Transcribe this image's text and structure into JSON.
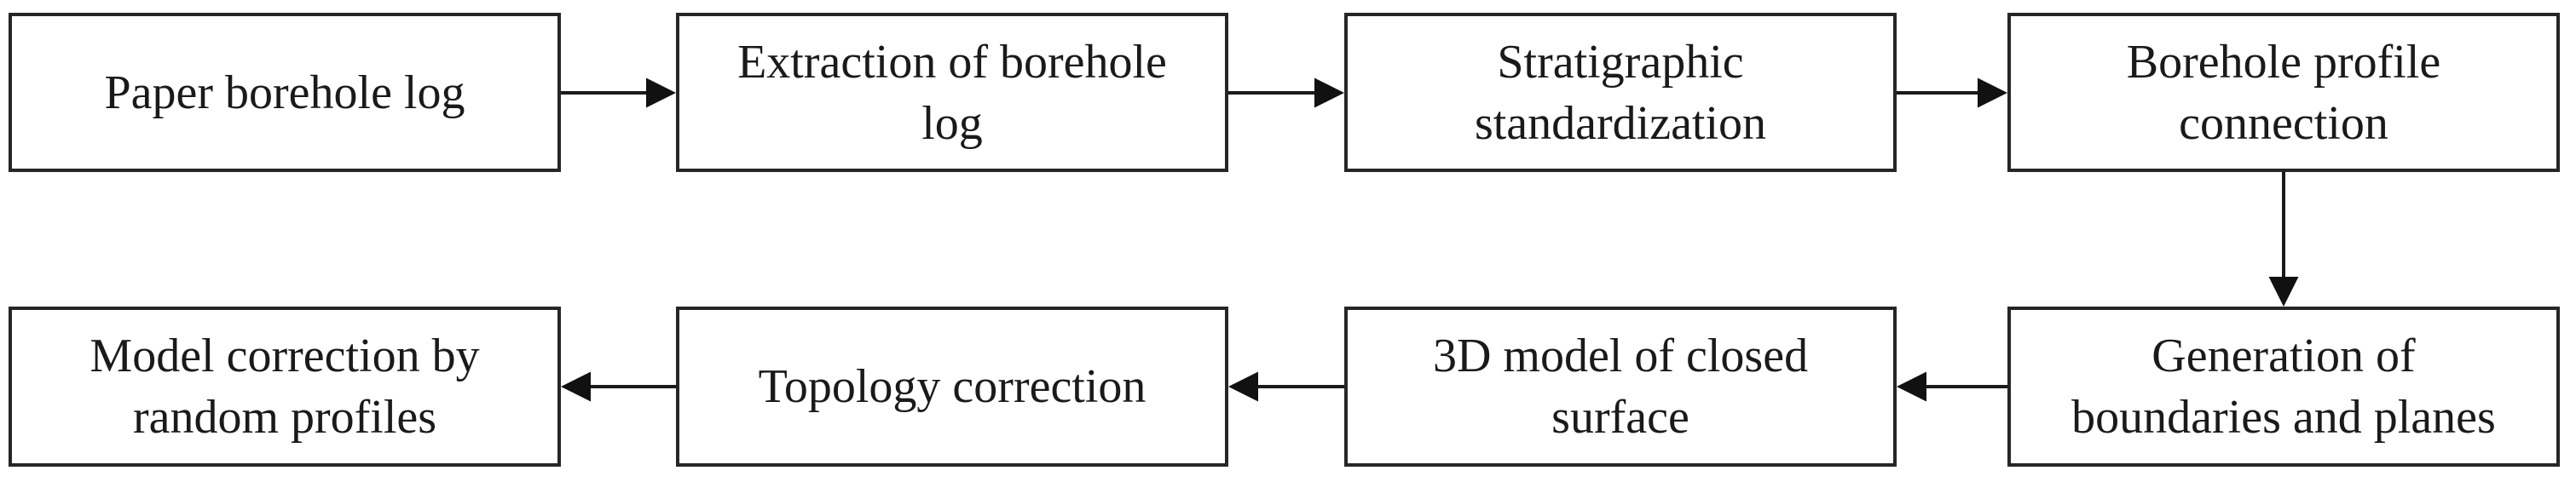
{
  "diagram": {
    "type": "flowchart",
    "colors": {
      "background": "#ffffff",
      "box_border": "#262626",
      "text": "#1a1a1a",
      "arrow": "#111111"
    },
    "nodes": [
      {
        "id": "paper-borehole-log",
        "label": "Paper borehole log"
      },
      {
        "id": "extraction-of-borehole-log",
        "label": "Extraction of borehole\nlog"
      },
      {
        "id": "stratigraphic-standardization",
        "label": "Stratigraphic\nstandardization"
      },
      {
        "id": "borehole-profile-connection",
        "label": "Borehole profile\nconnection"
      },
      {
        "id": "generation-of-boundaries-and-planes",
        "label": "Generation of\nboundaries and planes"
      },
      {
        "id": "3d-model-of-closed-surface",
        "label": "3D model of closed\nsurface"
      },
      {
        "id": "topology-correction",
        "label": "Topology correction"
      },
      {
        "id": "model-correction-by-random-profiles",
        "label": "Model correction by\nrandom profiles"
      }
    ],
    "edges": [
      {
        "from": "paper-borehole-log",
        "to": "extraction-of-borehole-log",
        "direction": "right"
      },
      {
        "from": "extraction-of-borehole-log",
        "to": "stratigraphic-standardization",
        "direction": "right"
      },
      {
        "from": "stratigraphic-standardization",
        "to": "borehole-profile-connection",
        "direction": "right"
      },
      {
        "from": "borehole-profile-connection",
        "to": "generation-of-boundaries-and-planes",
        "direction": "down"
      },
      {
        "from": "generation-of-boundaries-and-planes",
        "to": "3d-model-of-closed-surface",
        "direction": "left"
      },
      {
        "from": "3d-model-of-closed-surface",
        "to": "topology-correction",
        "direction": "left"
      },
      {
        "from": "topology-correction",
        "to": "model-correction-by-random-profiles",
        "direction": "left"
      }
    ]
  }
}
